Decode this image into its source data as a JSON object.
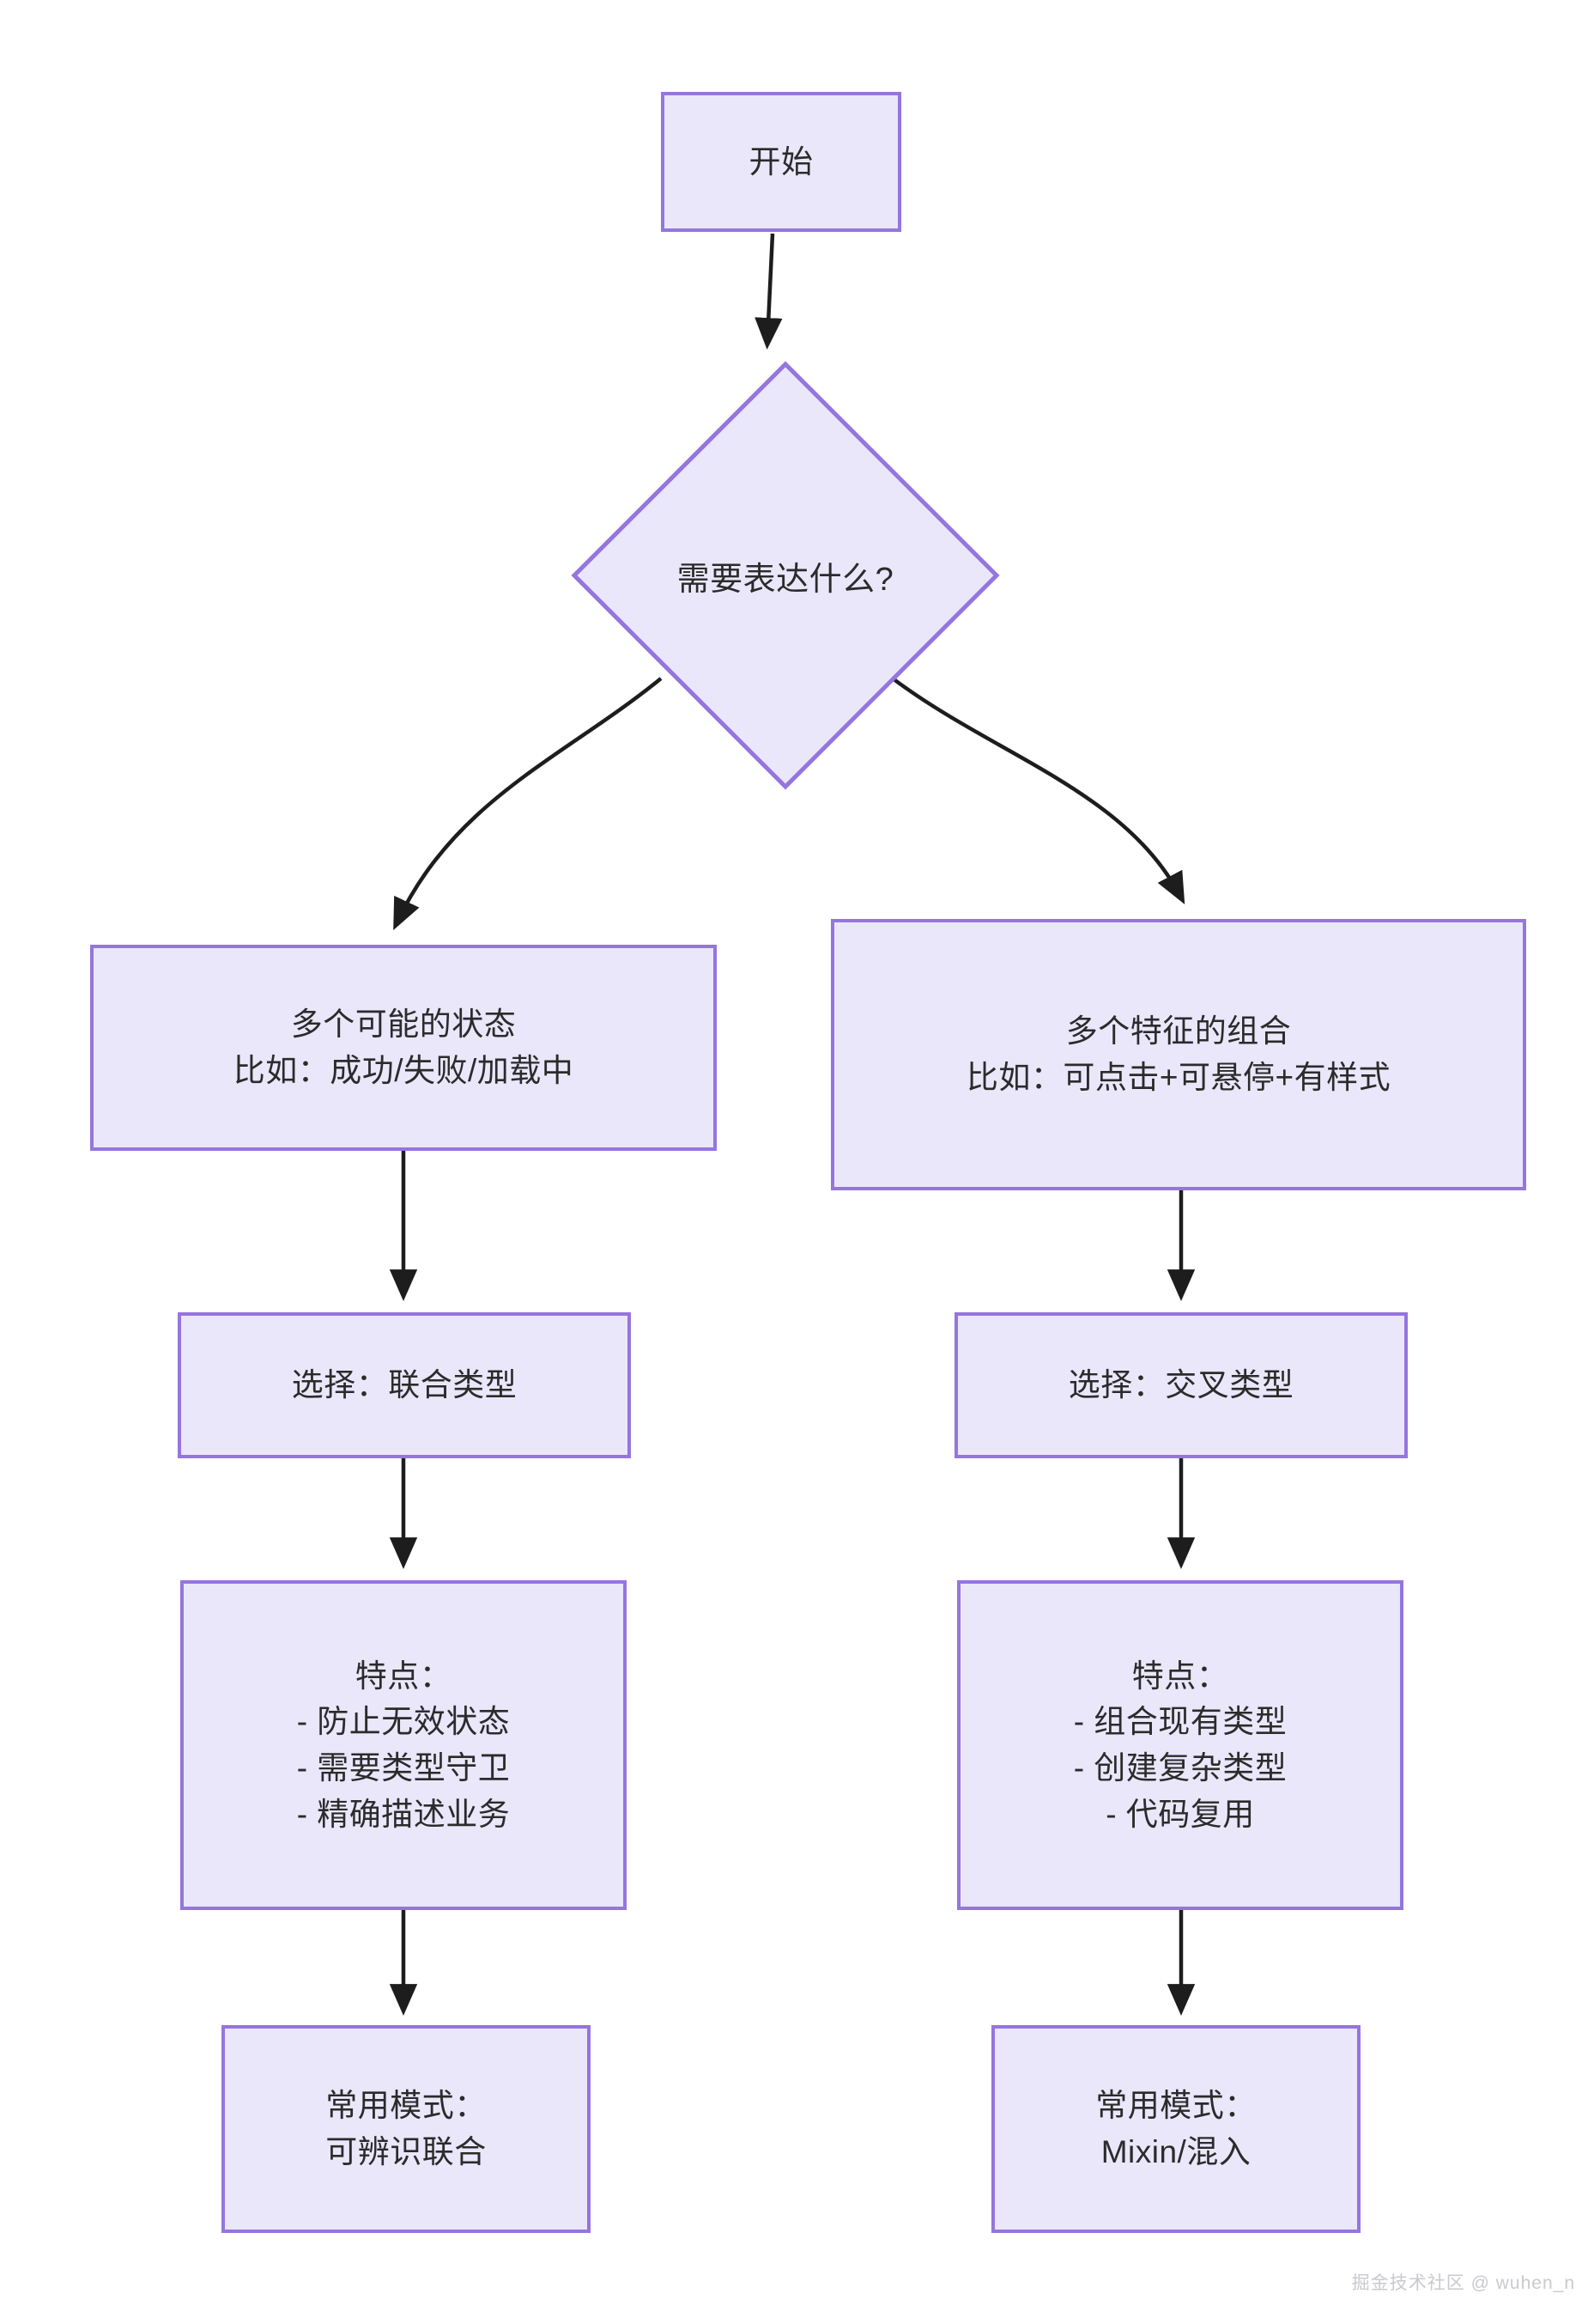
{
  "diagram": {
    "title_node": {
      "label": "开始"
    },
    "decision": {
      "label": "需要表达什么?"
    },
    "left_branch": {
      "condition": {
        "line1": "多个可能的状态",
        "line2": "比如：成功/失败/加载中"
      },
      "choice": {
        "label": "选择：联合类型"
      },
      "features": {
        "heading": "特点：",
        "item1": "- 防止无效状态",
        "item2": "- 需要类型守卫",
        "item3": "- 精确描述业务"
      },
      "pattern": {
        "line1": "常用模式：",
        "line2": "可辨识联合"
      }
    },
    "right_branch": {
      "condition": {
        "line1": "多个特征的组合",
        "line2": "比如：可点击+可悬停+有样式"
      },
      "choice": {
        "label": "选择：交叉类型"
      },
      "features": {
        "heading": "特点：",
        "item1": "- 组合现有类型",
        "item2": "- 创建复杂类型",
        "item3": "- 代码复用"
      },
      "pattern": {
        "line1": "常用模式：",
        "line2": "Mixin/混入"
      }
    }
  },
  "watermark": {
    "text": "掘金技术社区 @ wuhen_n"
  },
  "colors": {
    "node_fill": "#EAE7FB",
    "node_border": "#9575DE",
    "edge": "#1d1d1d",
    "text": "#2b2b2b",
    "background": "#ffffff",
    "watermark": "#c9c9cf"
  }
}
